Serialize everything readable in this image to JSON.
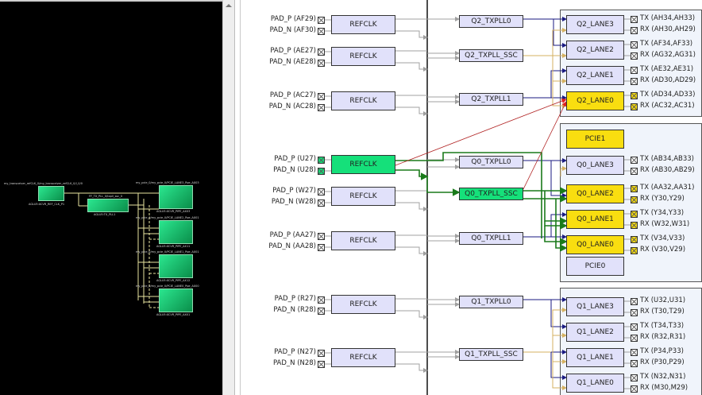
{
  "left_pane": {
    "description": "netlist-viewer",
    "blocks": [
      {
        "top_label": "my_transceiver_refCLK_0/my_transceiver_refCLK_0/l_0/0",
        "bottom_label": "AGLU5:XCVR_REF_CLK_P1"
      },
      {
        "top_label": "FF_TX_PLL_0/txpll_ssc_0",
        "bottom_label": "AGLU5:TX_PLL1"
      },
      {
        "top_label": "my_pcie_0/my_pcie_0/PCIE_LANE3_Ppe_AX03",
        "bottom_label": "AGLU5:XCVR_PIPE_AX03"
      },
      {
        "top_label": "my_pcie_0/my_pcie_0/PCIE_LANE2_Ppe_AX01",
        "bottom_label": "AGLU5:XCVR_PIPE_AX11"
      },
      {
        "top_label": "my_pcie_0/my_pcie_0/PCIE_LANE1_Ppe_AX01",
        "bottom_label": "AGLU5:XCVR_PIPE_AX12"
      },
      {
        "top_label": "my_pcie_0/my_pcie_0/PCIE_LANE0_Ppe_AX00",
        "bottom_label": "AGLU5:XCVR_PIPE_AX01"
      }
    ]
  },
  "refclks": [
    {
      "label": "REFCLK",
      "pad_p": "PAD_P (AF29)",
      "pad_n": "PAD_N (AF30)",
      "active": false
    },
    {
      "label": "REFCLK",
      "pad_p": "PAD_P (AE27)",
      "pad_n": "PAD_N (AE28)",
      "active": false
    },
    {
      "label": "REFCLK",
      "pad_p": "PAD_P (AC27)",
      "pad_n": "PAD_N (AC28)",
      "active": false
    },
    {
      "label": "REFCLK",
      "pad_p": "PAD_P (U27)",
      "pad_n": "PAD_N (U28)",
      "active": true
    },
    {
      "label": "REFCLK",
      "pad_p": "PAD_P (W27)",
      "pad_n": "PAD_N (W28)",
      "active": false
    },
    {
      "label": "REFCLK",
      "pad_p": "PAD_P (AA27)",
      "pad_n": "PAD_N (AA28)",
      "active": false
    },
    {
      "label": "REFCLK",
      "pad_p": "PAD_P (R27)",
      "pad_n": "PAD_N (R28)",
      "active": false
    },
    {
      "label": "REFCLK",
      "pad_p": "PAD_P (N27)",
      "pad_n": "PAD_N (N28)",
      "active": false
    }
  ],
  "txplls": [
    {
      "label": "Q2_TXPLL0",
      "active": false
    },
    {
      "label": "Q2_TXPLL_SSC",
      "active": false
    },
    {
      "label": "Q2_TXPLL1",
      "active": false
    },
    {
      "label": "Q0_TXPLL0",
      "active": false
    },
    {
      "label": "Q0_TXPLL_SSC",
      "active": true
    },
    {
      "label": "Q0_TXPLL1",
      "active": false
    },
    {
      "label": "Q1_TXPLL0",
      "active": false
    },
    {
      "label": "Q1_TXPLL_SSC",
      "active": false
    }
  ],
  "quads": [
    {
      "name": "Q2",
      "pcie": [],
      "lanes": [
        {
          "label": "Q2_LANE3",
          "active": false,
          "tx": "TX (AH34,AH33)",
          "rx": "RX (AH30,AH29)"
        },
        {
          "label": "Q2_LANE2",
          "active": false,
          "tx": "TX (AF34,AF33)",
          "rx": "RX (AG32,AG31)"
        },
        {
          "label": "Q2_LANE1",
          "active": false,
          "tx": "TX (AE32,AE31)",
          "rx": "RX (AD30,AD29)"
        },
        {
          "label": "Q2_LANE0",
          "active": true,
          "tx": "TX (AD34,AD33)",
          "rx": "RX (AC32,AC31)"
        }
      ]
    },
    {
      "name": "Q0",
      "pcie_top": {
        "label": "PCIE1",
        "active": true
      },
      "pcie_bottom": {
        "label": "PCIE0",
        "active": false
      },
      "lanes": [
        {
          "label": "Q0_LANE3",
          "active": false,
          "tx": "TX (AB34,AB33)",
          "rx": "RX (AB30,AB29)"
        },
        {
          "label": "Q0_LANE2",
          "active": true,
          "tx": "TX (AA32,AA31)",
          "rx": "RX (Y30,Y29)"
        },
        {
          "label": "Q0_LANE1",
          "active": true,
          "tx": "TX (Y34,Y33)",
          "rx": "RX (W32,W31)"
        },
        {
          "label": "Q0_LANE0",
          "active": true,
          "tx": "TX (V34,V33)",
          "rx": "RX (V30,V29)"
        }
      ]
    },
    {
      "name": "Q1",
      "lanes": [
        {
          "label": "Q1_LANE3",
          "active": false,
          "tx": "TX (U32,U31)",
          "rx": "RX (T30,T29)"
        },
        {
          "label": "Q1_LANE2",
          "active": false,
          "tx": "TX (T34,T33)",
          "rx": "RX (R32,R31)"
        },
        {
          "label": "Q1_LANE1",
          "active": false,
          "tx": "TX (P34,P33)",
          "rx": "RX (P30,P29)"
        },
        {
          "label": "Q1_LANE0",
          "active": false,
          "tx": "TX (N32,N31)",
          "rx": "RX (M30,M29)"
        }
      ]
    }
  ],
  "colors": {
    "block_default": "#e1e1fa",
    "block_active_green": "#15e07a",
    "block_active_yellow": "#f9de10",
    "wire_gray": "#a0a0a0",
    "wire_navy": "#1a1a80",
    "wire_gold": "#d4b060",
    "wire_green": "#1a7a1a",
    "wire_red": "#b02020"
  }
}
